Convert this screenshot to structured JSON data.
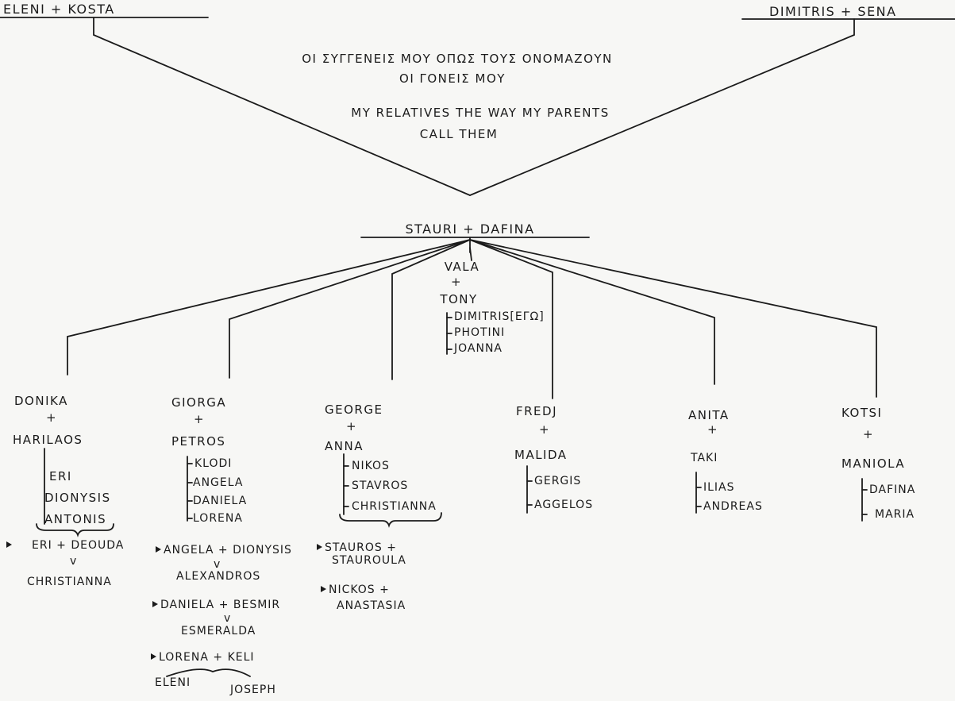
{
  "grandparents_left": "ELENI + KOSTA",
  "grandparents_right": "DIMITRIS + SENA",
  "title": {
    "greek_line1": "ΟΙ ΣΥΓΓΕΝΕΙΣ ΜΟΥ ΟΠΩΣ ΤΟΥΣ ΟΝΟΜΑΖΟΥΝ",
    "greek_line2": "ΟΙ ΓΟΝΕΙΣ ΜΟΥ",
    "english_line1": "MY RELATIVES THE WAY MY PARENTS",
    "english_line2": "CALL THEM"
  },
  "parents": "STAURI + DAFINA",
  "center_family": {
    "partner1": "VALA",
    "plus": "+",
    "partner2": "TONY",
    "children": [
      "DIMITRIS[ΕΓΩ]",
      "PHOTINI",
      "JOANNA"
    ]
  },
  "families": [
    {
      "partner1": "DONIKA",
      "plus": "+",
      "partner2": "HARILAOS",
      "children": [
        "ERI",
        "DIONYSIS",
        "ANTONIS"
      ],
      "sub": [
        {
          "couple": "ERI + DEOUDA",
          "v": "v",
          "children": [
            "CHRISTIANNA"
          ]
        }
      ]
    },
    {
      "partner1": "GIORGA",
      "plus": "+",
      "partner2": "PETROS",
      "children": [
        "KLODI",
        "ANGELA",
        "DANIELA",
        "LORENA"
      ],
      "sub": [
        {
          "couple": "ANGELA + DIONYSIS",
          "v": "v",
          "children": [
            "ALEXANDROS"
          ]
        },
        {
          "couple": "DANIELA + BESMIR",
          "v": "v",
          "children": [
            "ESMERALDA"
          ]
        },
        {
          "couple": "LORENA + KELI",
          "v": "",
          "children": [
            "ELENI",
            "JOSEPH"
          ]
        }
      ]
    },
    {
      "partner1": "GEORGE",
      "plus": "+",
      "partner2": "ANNA",
      "children": [
        "NIKOS",
        "STAVROS",
        "CHRISTIANNA"
      ],
      "sub": [
        {
          "couple_line1": "STAUROS +",
          "couple_line2": "STAUROULA"
        },
        {
          "couple_line1": "NICKOS +",
          "couple_line2": "ANASTASIA"
        }
      ]
    },
    {
      "partner1": "FREDJ",
      "plus": "+",
      "partner2": "MALIDA",
      "children": [
        "GERGIS",
        "AGGELOS"
      ]
    },
    {
      "partner1": "ANITA",
      "plus": "+",
      "partner2": "TAKI",
      "children": [
        "ILIAS",
        "ANDREAS"
      ]
    },
    {
      "partner1": "KOTSI",
      "plus": "+",
      "partner2": "MANIOLA",
      "children": [
        "DAFINA",
        "MARIA"
      ]
    }
  ]
}
